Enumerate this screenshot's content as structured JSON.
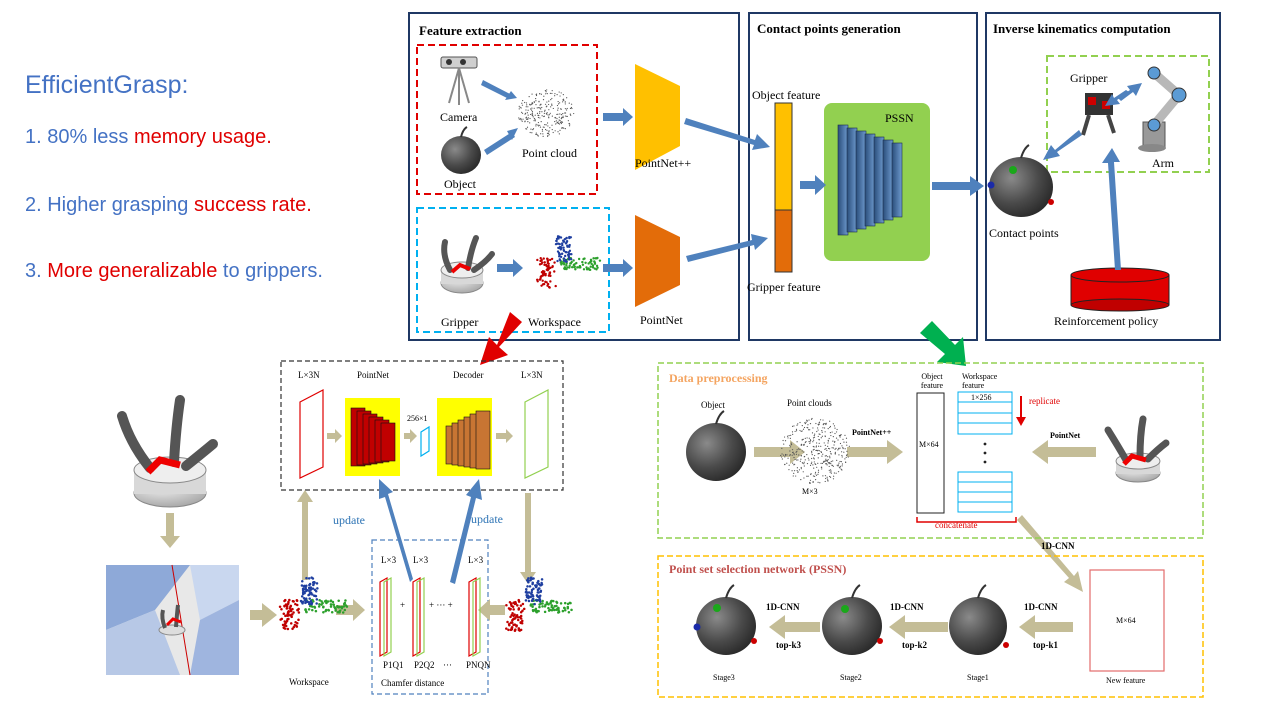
{
  "left_panel": {
    "title": "EfficientGrasp:",
    "point1": {
      "prefix": "1. 80% less ",
      "highlight": "memory usage."
    },
    "point2": {
      "prefix": "2. Higher grasping ",
      "highlight": "success rate."
    },
    "point3": {
      "prefix": "3. ",
      "highlight": "More generalizable",
      "suffix": " to grippers."
    }
  },
  "top_pipeline": {
    "feature_extraction": "Feature extraction",
    "contact_points_generation": "Contact points generation",
    "inverse_kinematics": "Inverse kinematics computation",
    "camera": "Camera",
    "object": "Object",
    "point_cloud": "Point cloud",
    "pointnetpp": "PointNet++",
    "gripper": "Gripper",
    "workspace": "Workspace",
    "pointnet": "PointNet",
    "object_feature": "Object feature",
    "gripper_feature": "Gripper feature",
    "pssn": "PSSN",
    "ik_gripper": "Gripper",
    "arm": "Arm",
    "contact_points": "Contact points",
    "reinforcement_policy": "Reinforcement policy"
  },
  "autoencoder": {
    "l3n_left": "L×3N",
    "pointnet": "PointNet",
    "decoder": "Decoder",
    "l3n_right": "L×3N",
    "vec": "256×1",
    "update_left": "update",
    "update_right": "update",
    "workspace": "Workspace",
    "l3_1": "L×3",
    "l3_2": "L×3",
    "l3_3": "L×3",
    "plus1": "+",
    "plus_dots": "+ ··· +",
    "pq1": "P1Q1",
    "pq2": "P2Q2",
    "pq_dots": "···",
    "pqn": "PNQN",
    "chamfer": "Chamfer distance"
  },
  "data_pre": {
    "title": "Data preprocessing",
    "object": "Object",
    "point_clouds": "Point clouds",
    "m3": "M×3",
    "pointnetpp": "PointNet++",
    "object_feature": "Object feature",
    "workspace_feature": "Workspace feature",
    "m64": "M×64",
    "vec1x256": "1×256",
    "replicate": "replicate",
    "pointnet": "PointNet",
    "concatenate": "concatenate",
    "cnn": "1D-CNN"
  },
  "pssn_panel": {
    "title": "Point set selection network (PSSN)",
    "stage3": "Stage3",
    "stage2": "Stage2",
    "stage1": "Stage1",
    "new_feature": "New feature",
    "m64": "M×64",
    "cnn1": "1D-CNN",
    "cnn2": "1D-CNN",
    "cnn3": "1D-CNN",
    "topk1": "top-k1",
    "topk2": "top-k2",
    "topk3": "top-k3"
  },
  "colors": {
    "blue_text": "#4472C4",
    "red_text": "#E00000",
    "arrow_blue": "#4F81BD",
    "arrow_tan": "#C4BD97",
    "pointnetpp_orange": "#FFC000",
    "pointnet_orange": "#E36C09",
    "pssn_green": "#92D050",
    "panel_border": "#1F3864"
  }
}
